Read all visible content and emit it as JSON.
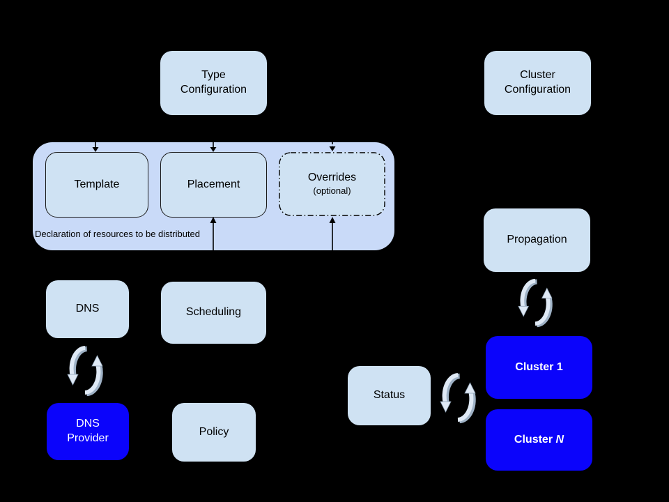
{
  "diagram": {
    "nodes": {
      "type_configuration": {
        "label": "Type\nConfiguration"
      },
      "cluster_configuration": {
        "label": "Cluster\nConfiguration"
      },
      "template": {
        "label": "Template"
      },
      "placement": {
        "label": "Placement"
      },
      "overrides": {
        "label": "Overrides",
        "sublabel": "(optional)"
      },
      "resource_group": {
        "caption": "Declaration of resources to be distributed"
      },
      "dns": {
        "label": "DNS"
      },
      "scheduling": {
        "label": "Scheduling"
      },
      "dns_provider": {
        "label": "DNS\nProvider"
      },
      "policy": {
        "label": "Policy"
      },
      "propagation": {
        "label": "Propagation"
      },
      "status": {
        "label": "Status"
      },
      "cluster_1": {
        "label": "Cluster 1"
      },
      "cluster_n": {
        "label_prefix": "Cluster ",
        "label_italic": "N"
      }
    },
    "icons": {
      "sync": "circular-sync-arrows"
    },
    "colors": {
      "background": "#000000",
      "light_box_fill": "#cfe2f3",
      "group_fill": "#c9daf8",
      "blue_box_fill": "#0b04fb",
      "box_text": "#000000",
      "blue_box_text": "#ffffff",
      "inner_box_border": "#1a1a1a",
      "arrow": "#000000",
      "sync_icon_front": "#dfe9f5",
      "sync_icon_back": "#9fb2c6"
    }
  }
}
